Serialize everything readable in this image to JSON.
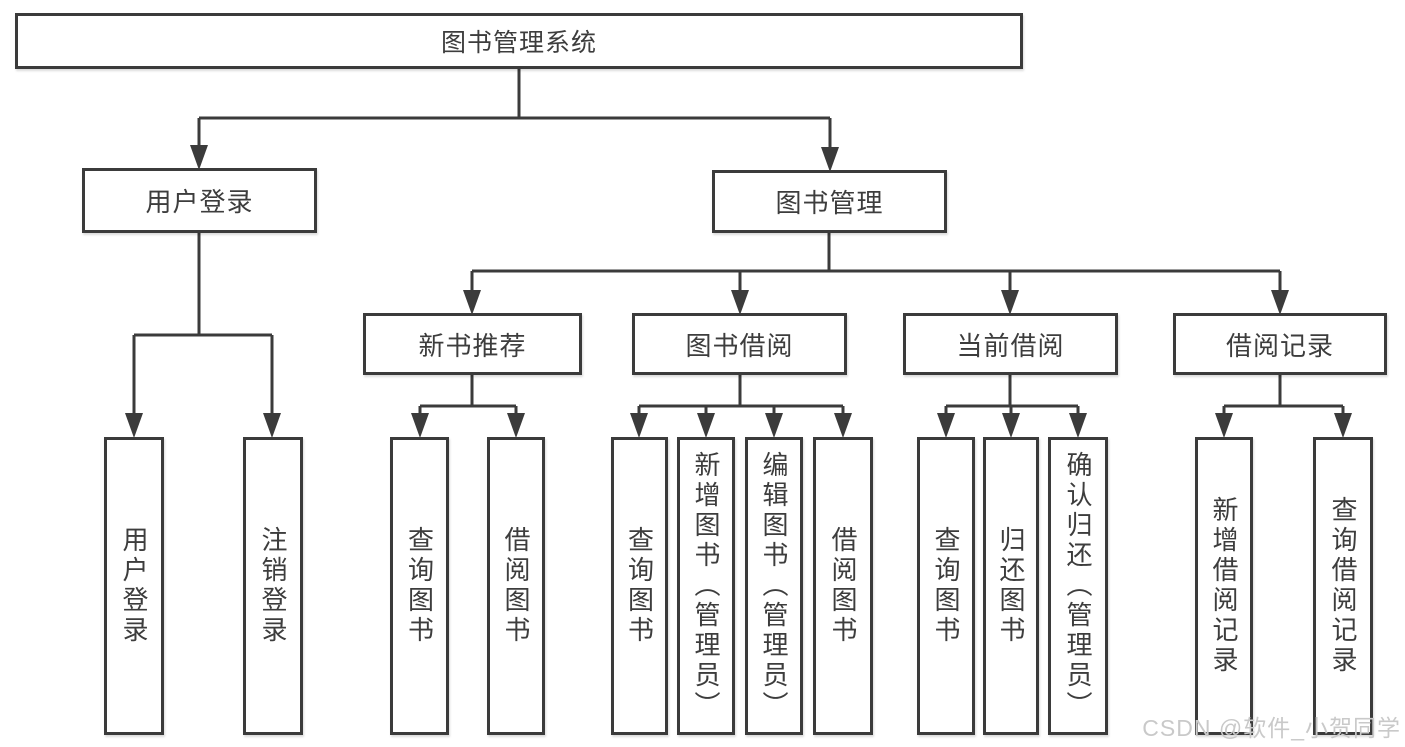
{
  "tree": {
    "root": {
      "label": "图书管理系统"
    },
    "level2": [
      {
        "label": "用户登录"
      },
      {
        "label": "图书管理"
      }
    ],
    "level3": [
      {
        "label": "新书推荐"
      },
      {
        "label": "图书借阅"
      },
      {
        "label": "当前借阅"
      },
      {
        "label": "借阅记录"
      }
    ],
    "leaves": [
      {
        "label": "用户登录"
      },
      {
        "label": "注销登录"
      },
      {
        "label": "查询图书"
      },
      {
        "label": "借阅图书"
      },
      {
        "label": "查询图书"
      },
      {
        "label": "新增图书（管理员）"
      },
      {
        "label": "编辑图书（管理员）"
      },
      {
        "label": "借阅图书"
      },
      {
        "label": "查询图书"
      },
      {
        "label": "归还图书"
      },
      {
        "label": "确认归还（管理员）"
      },
      {
        "label": "新增借阅记录"
      },
      {
        "label": "查询借阅记录"
      }
    ]
  },
  "watermark": "CSDN @软件_小贺同学",
  "colors": {
    "line": "#3b3b3b",
    "text": "#3d3d3d",
    "watermark": "#c9c9c9",
    "background": "#ffffff"
  }
}
